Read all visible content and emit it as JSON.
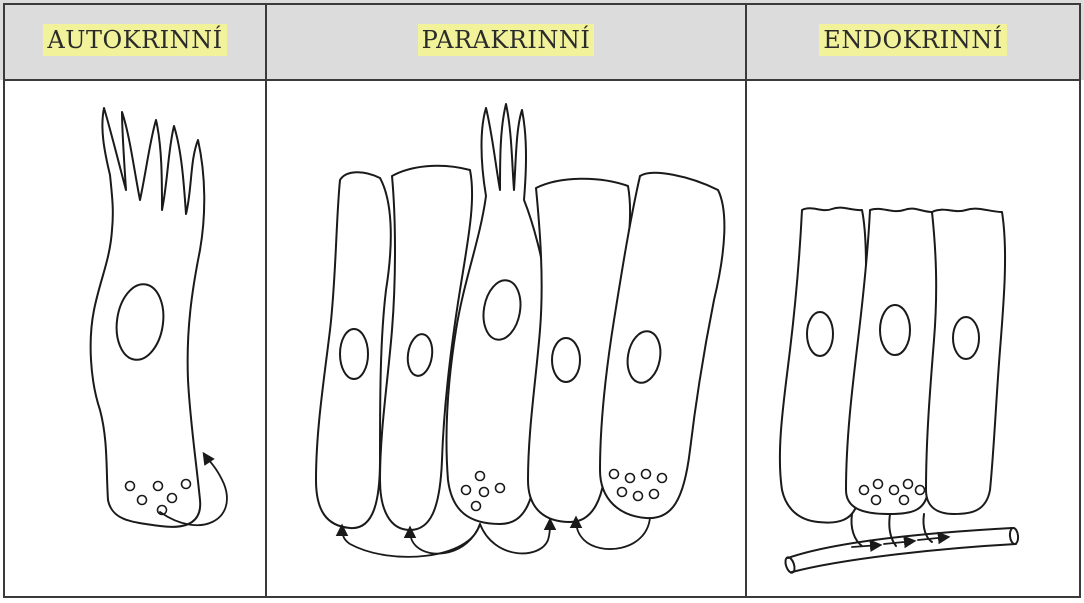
{
  "panels": [
    {
      "title": "AUTOKRINNÍ"
    },
    {
      "title": "PARAKRINNÍ"
    },
    {
      "title": "ENDOKRINNÍ"
    }
  ],
  "colors": {
    "header_background": "#dcdcdc",
    "title_highlight": "#f1f29a",
    "line": "#1a1a1a"
  }
}
